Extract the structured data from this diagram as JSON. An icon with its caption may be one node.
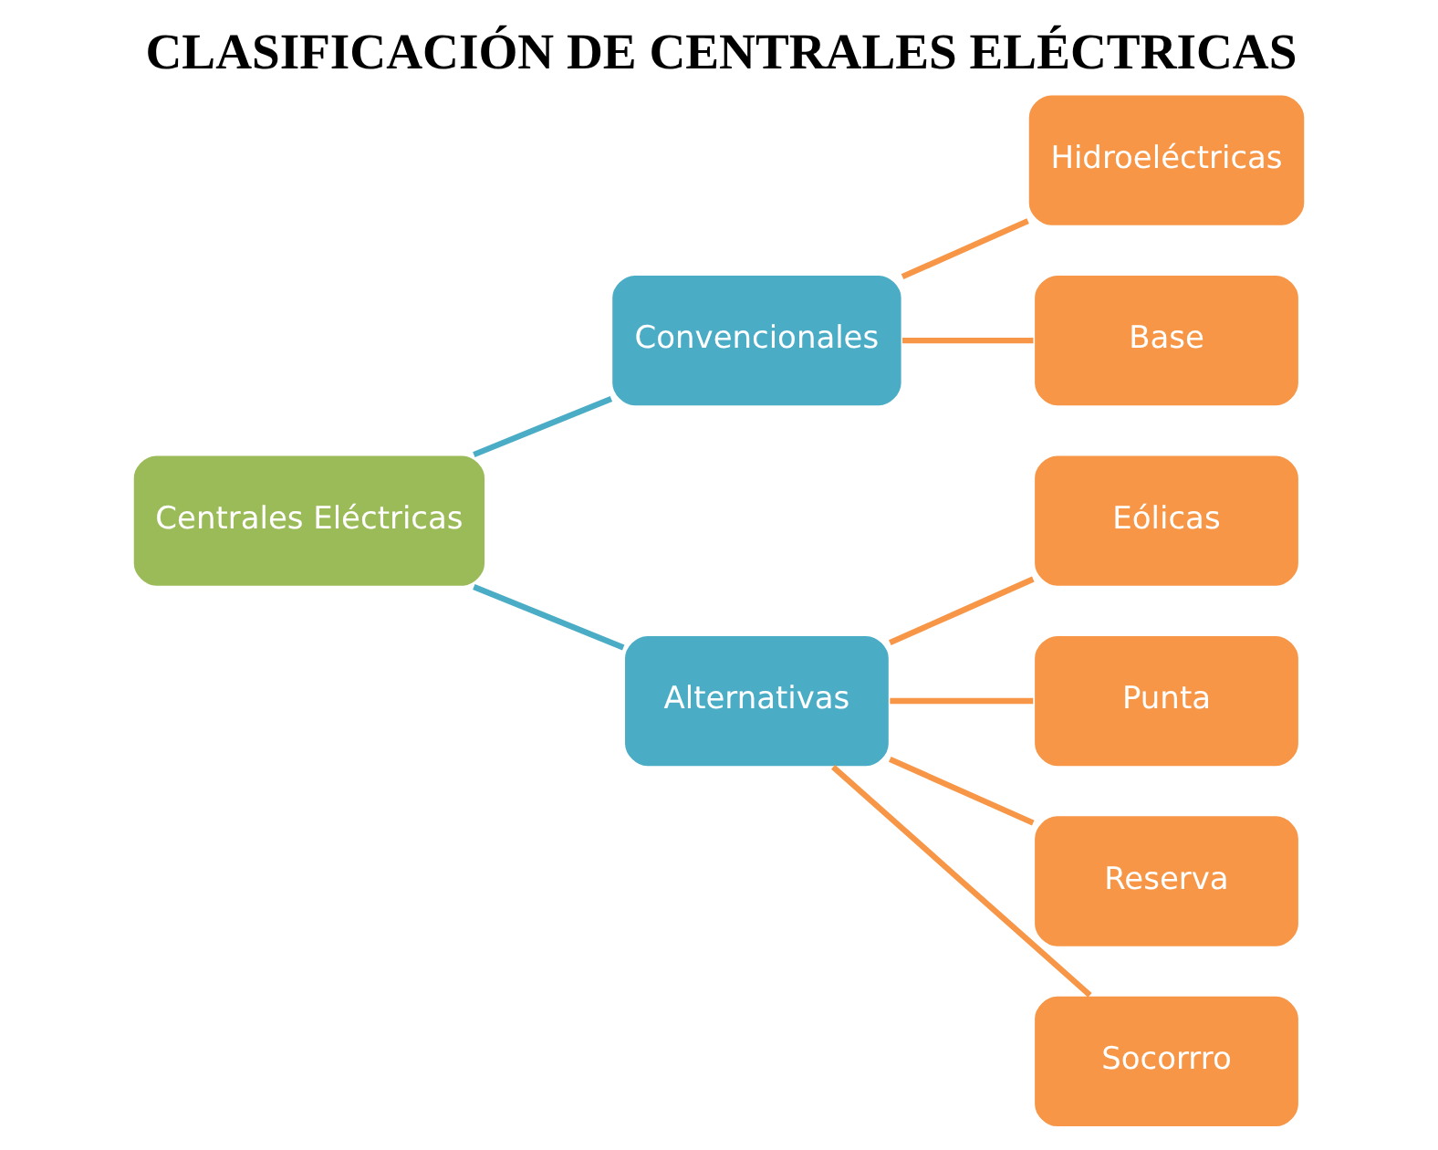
{
  "diagram": {
    "title": "CLASIFICACIÓN DE CENTRALES ELÉCTRICAS",
    "nodes": [
      {
        "text": [
          "Centrales Eléctricas"
        ]
      },
      {
        "text": [
          "Convencionales"
        ]
      },
      {
        "text": [
          "Alternativas"
        ]
      },
      {
        "text": [
          "Hidroeléctricas"
        ]
      },
      {
        "text": [
          "Base"
        ]
      },
      {
        "text": [
          "Eólicas"
        ]
      },
      {
        "text": [
          "Punta"
        ]
      },
      {
        "text": [
          "Reserva"
        ]
      },
      {
        "text": [
          "Socorrro"
        ]
      }
    ],
    "edges": [
      {
        "from": 0,
        "to": 1,
        "arrow": "none",
        "color": "#4bacc6"
      },
      {
        "from": 0,
        "to": 2,
        "arrow": "none",
        "color": "#4bacc6"
      },
      {
        "from": 1,
        "to": 3,
        "arrow": "none"
      },
      {
        "from": 1,
        "to": 4,
        "arrow": "none"
      },
      {
        "from": 2,
        "to": 5,
        "arrow": "none"
      },
      {
        "from": 2,
        "to": 6,
        "arrow": "none"
      },
      {
        "from": 2,
        "to": 7,
        "arrow": "none"
      },
      {
        "from": 2,
        "to": 8,
        "arrow": "none"
      }
    ]
  }
}
